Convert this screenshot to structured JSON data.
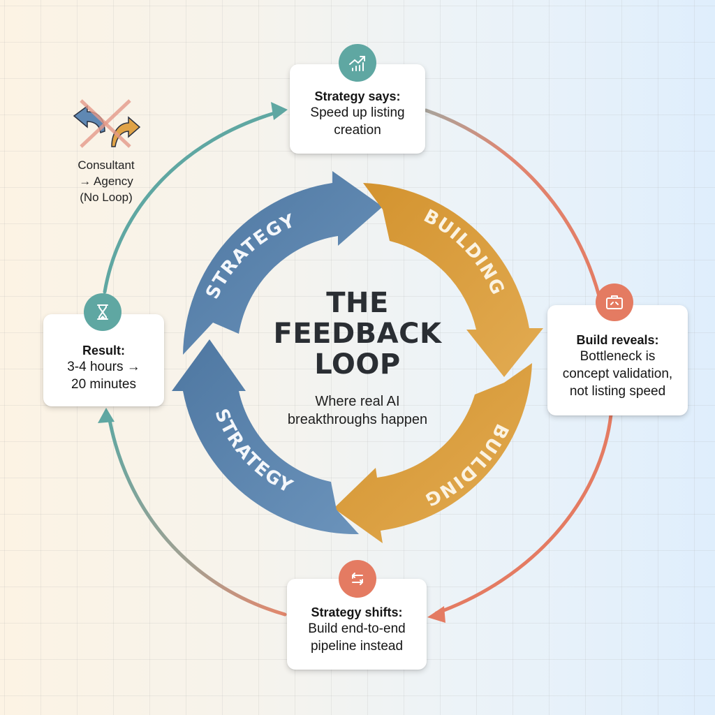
{
  "title": {
    "line1": "THE",
    "line2": "FEEDBACK",
    "line3": "LOOP",
    "subtitle_line1": "Where real AI",
    "subtitle_line2": "breakthroughs happen"
  },
  "ring_labels": {
    "top_left": "STRATEGY",
    "top_right": "BUILDING",
    "bottom_right": "BUILDING",
    "bottom_left": "STRATEGY"
  },
  "cards": {
    "top": {
      "title": "Strategy says:",
      "line1": "Speed up listing",
      "line2": "creation",
      "icon": "trending-chart-icon"
    },
    "right": {
      "title": "Build reveals:",
      "line1": "Bottleneck is",
      "line2": "concept validation,",
      "line3": "not listing speed",
      "icon": "toolbox-icon"
    },
    "bottom": {
      "title": "Strategy shifts:",
      "line1": "Build end-to-end",
      "line2": "pipeline instead",
      "icon": "repeat-arrows-icon"
    },
    "left": {
      "title": "Result:",
      "line1": "3-4 hours →",
      "line2": "20 minutes",
      "icon": "hourglass-icon"
    }
  },
  "side_note": {
    "line1": "Consultant",
    "line2": "→ Agency",
    "line3": "(No Loop)",
    "icon": "crossed-out-arrows-icon"
  },
  "colors": {
    "strategy_blue": "#5f88b3",
    "building_gold": "#dca246",
    "teal": "#5fa7a2",
    "coral": "#e47b62"
  }
}
